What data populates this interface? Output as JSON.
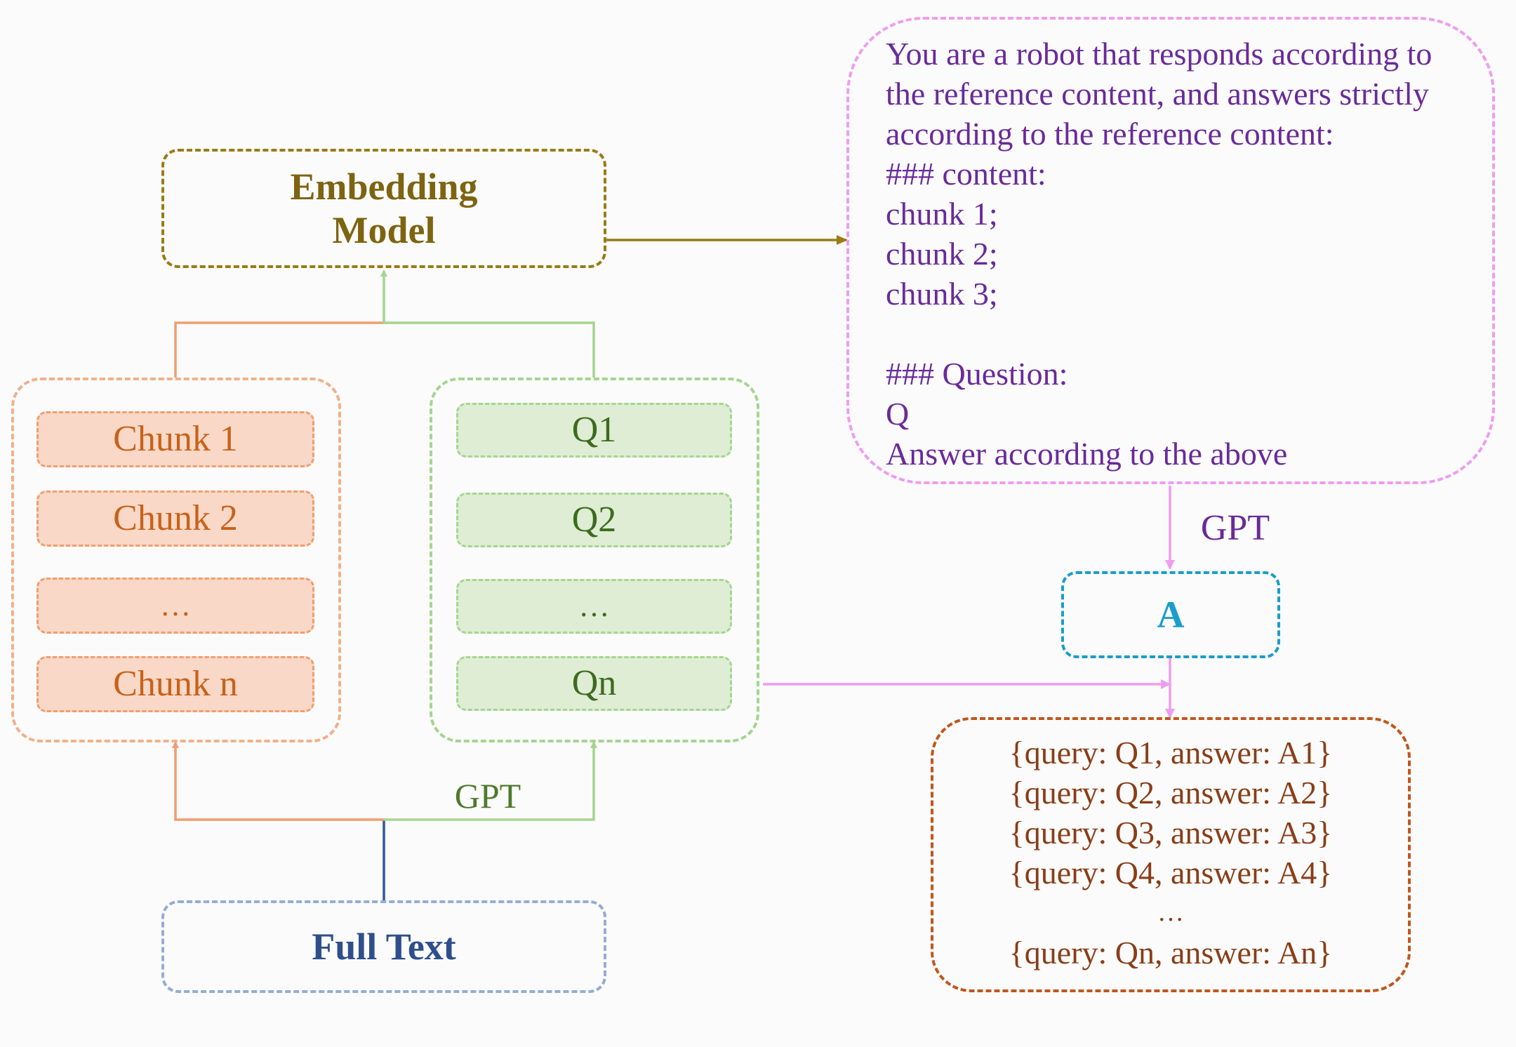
{
  "colors": {
    "embed": "#9b7b13",
    "chunk": "#ef9e6f",
    "chunk_fill": "#f9d8c7",
    "chunk_text": "#c8621a",
    "question": "#a5d58f",
    "question_fill": "#deedd4",
    "question_text": "#3e6b1e",
    "fulltext": "#2e4f8c",
    "fulltext_border": "#93aed6",
    "prompt": "#ef9cf0",
    "prompt_text": "#6a2a9a",
    "answer": "#1a9dc9",
    "output": "#c0561c",
    "output_text": "#8a3d16"
  },
  "embedding_model": {
    "line1": "Embedding",
    "line2": "Model"
  },
  "chunks": [
    "Chunk 1",
    "Chunk 2",
    "…",
    "Chunk n"
  ],
  "questions": [
    "Q1",
    "Q2",
    "…",
    "Qn"
  ],
  "full_text": "Full Text",
  "gpt_bottom": "GPT",
  "gpt_right": "GPT",
  "answer": "A",
  "prompt": {
    "lines": [
      "You are a robot that responds according to",
      "the reference content, and answers strictly",
      "according to the reference content:",
      "### content:",
      "chunk 1;",
      "chunk 2;",
      "chunk 3;",
      "",
      "### Question:",
      "Q",
      "Answer according to the above"
    ]
  },
  "output": {
    "lines": [
      "{query: Q1, answer: A1}",
      "{query: Q2, answer: A2}",
      "{query: Q3, answer: A3}",
      "{query: Q4, answer: A4}",
      "…",
      "{query: Qn, answer: An}"
    ]
  }
}
